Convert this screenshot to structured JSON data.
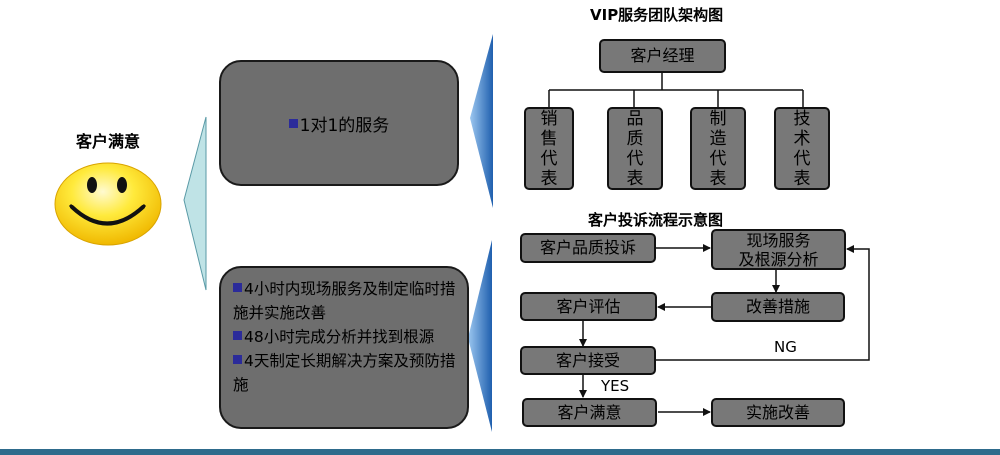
{
  "satisfaction": {
    "title": "客户满意"
  },
  "service_box": {
    "text": "1对1的服务"
  },
  "measures_box": {
    "points": [
      "4小时内现场服务及制定临时措施并实施改善",
      "48小时完成分析并找到根源",
      "4天制定长期解决方案及预防措施"
    ]
  },
  "org_chart": {
    "title": "VIP服务团队架构图",
    "root": "客户经理",
    "reps": [
      "销售代表",
      "品质代表",
      "制造代表",
      "技术代表"
    ]
  },
  "complaint_flow": {
    "title": "客户投诉流程示意图",
    "nodes": {
      "complaint": "客户品质投诉",
      "onsite_line1": "现场服务",
      "onsite_line2": "及根源分析",
      "assess": "客户评估",
      "improve": "改善措施",
      "accept": "客户接受",
      "satisfied": "客户满意",
      "implement": "实施改善"
    },
    "labels": {
      "ng": "NG",
      "yes": "YES"
    }
  },
  "colors": {
    "box": "#787878",
    "accent": "#2f6fb5",
    "funnel": "#bfe3e6",
    "bottom_bar": "#2e6b8c",
    "bullet": "#2b2b9a"
  }
}
